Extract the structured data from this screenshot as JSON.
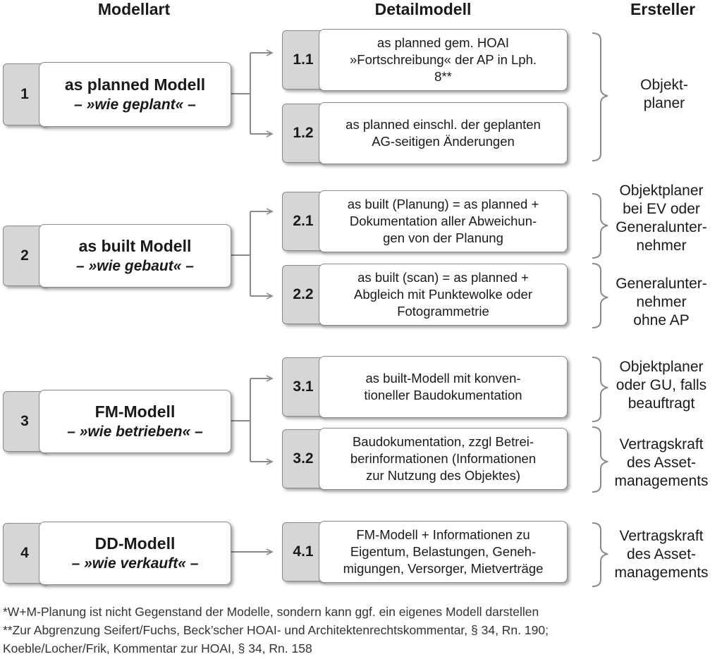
{
  "headers": {
    "model_type": "Modellart",
    "detail_model": "Detailmodell",
    "creator": "Ersteller"
  },
  "models": [
    {
      "num": "1",
      "title": "as planned Modell",
      "subtitle": "– »wie geplant« –"
    },
    {
      "num": "2",
      "title": "as built Modell",
      "subtitle": "– »wie gebaut« –"
    },
    {
      "num": "3",
      "title": "FM-Modell",
      "subtitle": "– »wie betrieben« –"
    },
    {
      "num": "4",
      "title": "DD-Modell",
      "subtitle": "– »wie verkauft« –"
    }
  ],
  "details": [
    {
      "num": "1.1",
      "text": "as planned gem. HOAI\n»Fortschreibung« der AP in Lph.\n8**"
    },
    {
      "num": "1.2",
      "text": "as planned einschl. der geplanten\nAG-seitigen Änderungen"
    },
    {
      "num": "2.1",
      "text": "as built (Planung) = as planned +\nDokumentation aller Abweichun-\ngen von der Planung"
    },
    {
      "num": "2.2",
      "text": "as built (scan) = as planned +\nAbgleich mit Punktewolke oder\nFotogrammetrie"
    },
    {
      "num": "3.1",
      "text": "as built-Modell mit konven-\ntioneller Baudokumentation"
    },
    {
      "num": "3.2",
      "text": "Baudokumentation, zzgl Betrei-\nberinformationen (Informationen\nzur Nutzung des Objektes)"
    },
    {
      "num": "4.1",
      "text": "FM-Modell + Informationen zu\nEigentum, Belastungen, Geneh-\nmigungen, Versorger, Mietverträge"
    }
  ],
  "creators": [
    "Objekt-\nplaner",
    "Objektplaner\nbei EV oder\nGeneralunter-\nnehmer",
    "Generalunter-\nnehmer\nohne AP",
    "Objektplaner\noder GU, falls\nbeauftragt",
    "Vertragskraft\ndes Asset-\nmanagements",
    "Vertragskraft\ndes Asset-\nmanagements"
  ],
  "footnotes": [
    "*W+M-Planung ist nicht Gegenstand der Modelle, sondern kann ggf. ein eigenes Modell darstellen",
    "**Zur Abgrenzung Seifert/Fuchs, Beck’scher HOAI- und Architektenrechtskommentar, § 34, Rn. 190;",
    "Koeble/Locher/Frik, Kommentar zur HOAI, § 34, Rn. 158"
  ]
}
